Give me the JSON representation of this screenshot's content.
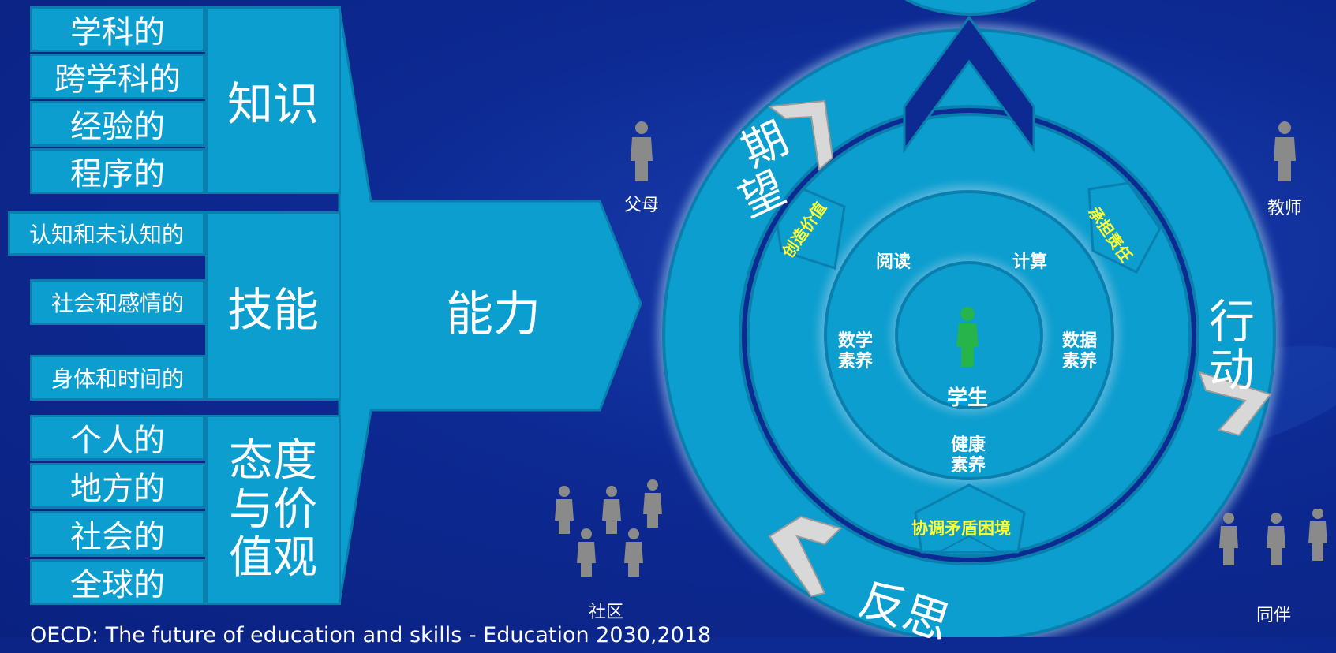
{
  "knowledge": {
    "items": [
      "学科的",
      "跨学科的",
      "经验的",
      "程序的"
    ],
    "label": "知识"
  },
  "skills": {
    "items": [
      "认知和未认知的",
      "社会和感情的",
      "身体和时间的"
    ],
    "label": "技能"
  },
  "attitudes": {
    "items": [
      "个人的",
      "地方的",
      "社会的",
      "全球的"
    ],
    "label_lines": [
      "态度",
      "与价",
      "值观"
    ]
  },
  "arrow_label": "能力",
  "cycle": {
    "outer": [
      "期",
      "望",
      "行",
      "动",
      "反思"
    ],
    "arrows": [
      "创造价值",
      "承担责任",
      "协调矛盾困境"
    ],
    "inner": [
      "阅读",
      "计算",
      "数学",
      "素养",
      "数据",
      "素养",
      "健康",
      "素养"
    ],
    "center": "学生"
  },
  "people": {
    "parents": "父母",
    "teacher": "教师",
    "community": "社区",
    "peers": "同伴"
  },
  "source": "OECD: The future of education and skills - Education 2030,2018",
  "colors": {
    "background": "#0d2a93",
    "box_fill": "#0b9ecf",
    "box_border": "#0a7fae",
    "ring_fill": "#0b9ecf",
    "arrow_text": "#ffff33",
    "student": "#27b44a"
  }
}
